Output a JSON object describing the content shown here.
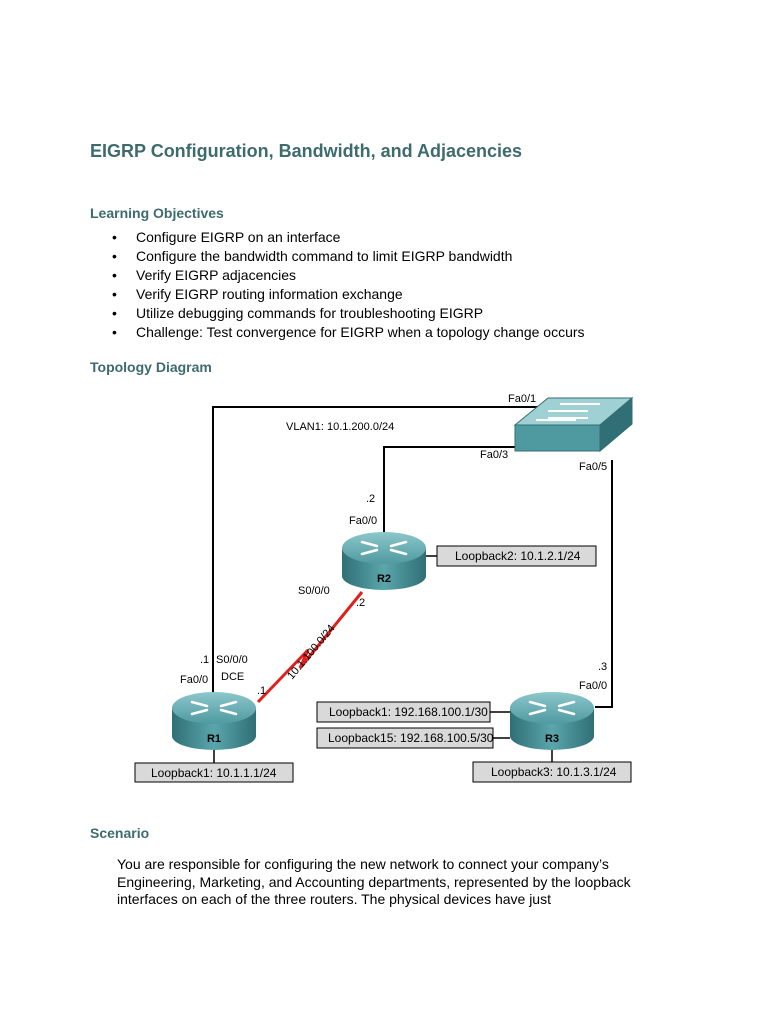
{
  "title": "EIGRP Configuration, Bandwidth, and Adjacencies",
  "learning_objectives": {
    "heading": "Learning Objectives",
    "items": [
      "Configure EIGRP on an interface",
      "Configure the bandwidth command to limit EIGRP bandwidth",
      "Verify EIGRP adjacencies",
      "Verify EIGRP routing information exchange",
      "Utilize debugging commands for troubleshooting EIGRP",
      "Challenge: Test convergence for EIGRP when a topology change occurs"
    ]
  },
  "topology": {
    "heading": "Topology Diagram",
    "vlan_label": "VLAN1: 10.1.200.0/24",
    "switch_ports": {
      "fa01": "Fa0/1",
      "fa03": "Fa0/3",
      "fa05": "Fa0/5"
    },
    "routers": {
      "r1": {
        "name": "R1",
        "fa_label": "Fa0/0",
        "fa_host": ".1",
        "serial_label": "S0/0/0",
        "dce_label": "DCE",
        "serial_host": ".1",
        "loopbacks": [
          "Loopback1: 10.1.1.1/24"
        ]
      },
      "r2": {
        "name": "R2",
        "fa_label": "Fa0/0",
        "fa_host": ".2",
        "serial_label": "S0/0/0",
        "serial_host": ".2",
        "loopbacks": [
          "Loopback2: 10.1.2.1/24"
        ]
      },
      "r3": {
        "name": "R3",
        "fa_label": "Fa0/0",
        "fa_host": ".3",
        "loopbacks": [
          "Loopback1: 192.168.100.1/30",
          "Loopback15: 192.168.100.5/30",
          "Loopback3: 10.1.3.1/24"
        ]
      }
    },
    "serial_network": "10.1.100.0/24",
    "colors": {
      "serial_link": "#e0201c",
      "router_body": "#3f8f96",
      "switch_body": "#6aa8ad",
      "label_box": "#d9d9d9"
    }
  },
  "scenario": {
    "heading": "Scenario",
    "text": "You are responsible for configuring the new network to connect your company’s Engineering, Marketing, and Accounting departments, represented by the loopback interfaces on each of the three routers. The physical devices have just"
  }
}
